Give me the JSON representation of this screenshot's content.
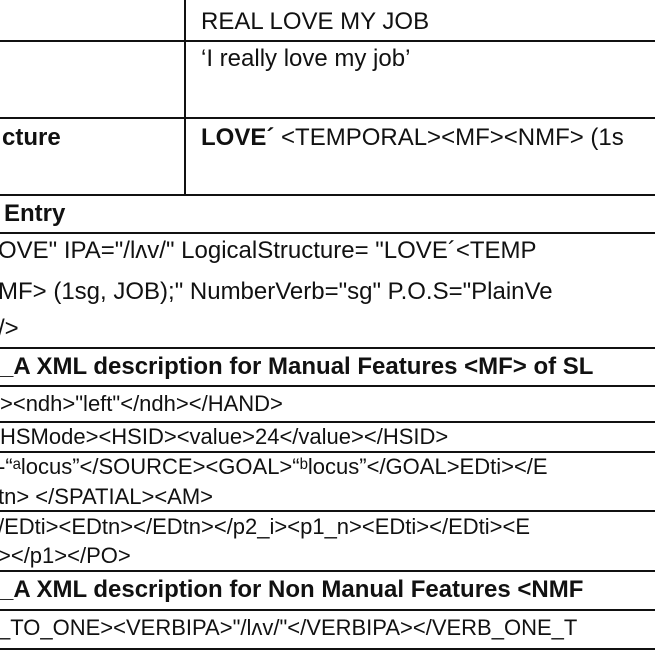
{
  "table": {
    "row1_text": "REAL LOVE MY JOB",
    "row2_text": "‘I really love my job’",
    "row3_label": "cture",
    "row3_bold": "LOVE´",
    "row3_rest": " <TEMPORAL><MF><NMF> (1s",
    "entry_heading": "Entry",
    "entry_line1": "OVE\" IPA=\"/lʌv/\" LogicalStructure= \"LOVE´<TEMP",
    "entry_line2": "MF> (1sg, JOB);\" NumberVerb=\"sg\" P.O.S=\"PlainVe",
    "entry_line3": "/>",
    "mf_heading": "_A XML description for Manual Features <MF> of SL",
    "mf_line1": "><ndh>\"left\"</ndh></HAND>",
    "mf_line2": "HSMode><HSID><value>24</value></HSID>",
    "mf_line3": "-“ᵃlocus”</SOURCE><GOAL>“ᵇlocus”</GOAL>EDti></E",
    "mf_line4": "tn> </SPATIAL><AM>",
    "mf_line5": "/EDti><EDtn></EDtn></p2_i><p1_n><EDti></EDti><E",
    "mf_line6": "></p1></PO>",
    "nmf_heading": "_A XML description for Non Manual Features <NMF",
    "nmf_line1": "_TO_ONE><VERBIPA>\"/lʌv/\"</VERBIPA></VERB_ONE_T"
  }
}
